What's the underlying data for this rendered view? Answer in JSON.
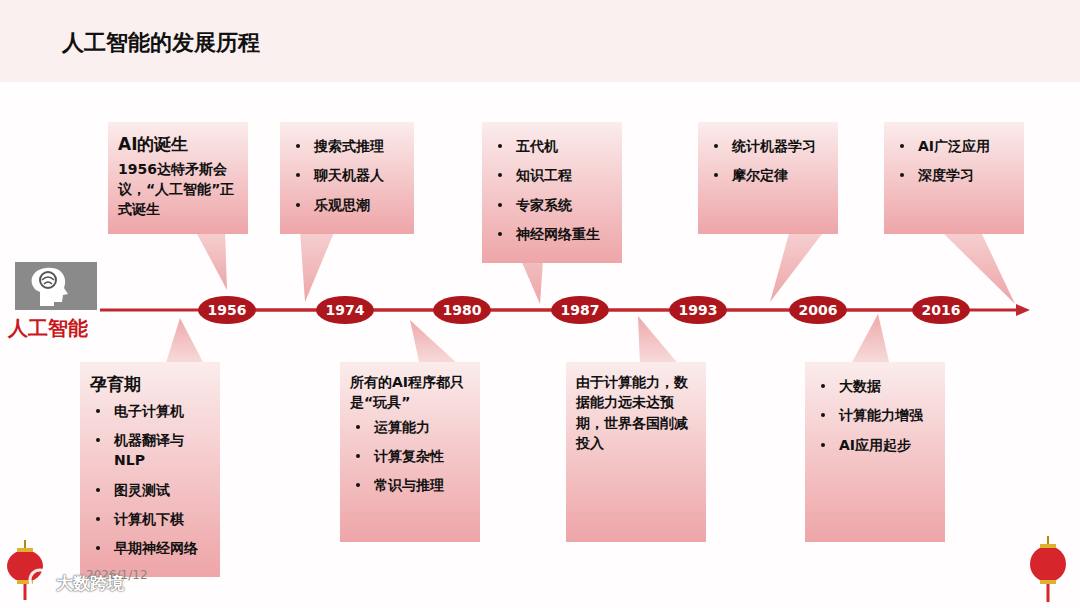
{
  "diagram": {
    "title": "人工智能的发展历程",
    "nodes": [
      {
        "text": [
          "AI的诞生",
          "1956达特矛斯会议，“人工智能”正式诞生"
        ]
      },
      {
        "text": [
          "搜索式推理",
          "聊天机器人",
          "乐观思潮"
        ]
      },
      {
        "text": [
          "五代机",
          "知识工程",
          "专家系统",
          "神经网络重生"
        ]
      },
      {
        "text": [
          "统计机器学习",
          "摩尔定律"
        ]
      },
      {
        "text": [
          "AI广泛应用",
          "深度学习"
        ]
      },
      {
        "text": [
          "人工智能"
        ]
      },
      {
        "text": [
          "1956"
        ]
      },
      {
        "text": [
          "1974"
        ]
      },
      {
        "text": [
          "1980"
        ]
      },
      {
        "text": [
          "1987"
        ]
      },
      {
        "text": [
          "1993"
        ]
      },
      {
        "text": [
          "2006"
        ]
      },
      {
        "text": [
          "2016"
        ]
      },
      {
        "text": [
          "孕育期",
          "电子计算机",
          "机器翻译与NLP",
          "图灵测试",
          "计算机下棋",
          "早期神经网络"
        ]
      },
      {
        "text": [
          "所有的AI程序都只是“玩具”",
          "运算能力",
          "计算复杂性",
          "常识与推理"
        ]
      },
      {
        "text": [
          "由于计算能力，数据能力远未达预期，世界各国削减投入"
        ]
      },
      {
        "text": [
          "大数据",
          "计算能力增强",
          "AI应用起步"
        ]
      }
    ],
    "edges": [
      {
        "from": 6,
        "to": 7,
        "arrow": "none"
      },
      {
        "from": 7,
        "to": 8,
        "arrow": "none"
      },
      {
        "from": 8,
        "to": 9,
        "arrow": "none"
      },
      {
        "from": 9,
        "to": 10,
        "arrow": "none"
      },
      {
        "from": 10,
        "to": 11,
        "arrow": "none"
      },
      {
        "from": 11,
        "to": 12,
        "arrow": "none"
      }
    ],
    "labels": [
      "2026/1/12",
      "大数跨境"
    ]
  }
}
